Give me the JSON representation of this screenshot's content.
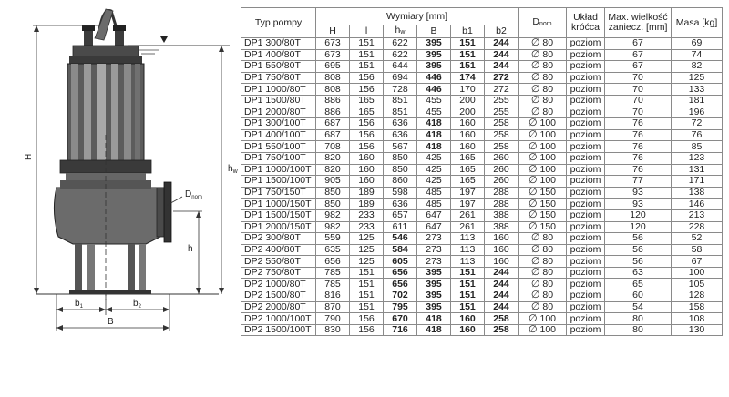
{
  "drawing": {
    "labels": {
      "H": "H",
      "hw": "h",
      "hw_sub": "w",
      "h": "h",
      "Dnom": "D",
      "Dnom_sub": "nom",
      "b1": "b",
      "b1_sub": "1",
      "b2": "b",
      "b2_sub": "2",
      "B": "B"
    },
    "colors": {
      "body": "#5c5c5c",
      "dark": "#2b2b2b",
      "light": "#9a9a9a",
      "line": "#333333",
      "water": "#444444"
    }
  },
  "table": {
    "headers": {
      "model": "Typ pompy",
      "dimensions": "Wymiary [mm]",
      "dnom": "D",
      "dnom_sub": "nom",
      "layout": "Układ króćca",
      "solids": "Max. wielkość zaniecz. [mm]",
      "mass": "Masa [kg]",
      "sub": [
        "H",
        "l",
        "h",
        "w",
        "B",
        "b1",
        "b2"
      ]
    },
    "dn_symbol": "∅",
    "rows": [
      {
        "model": "DP1 300/80T",
        "H": "673",
        "l": "151",
        "hw": "622",
        "B": "395",
        "b1": "151",
        "b2": "244",
        "dn": "80",
        "layout": "poziom",
        "solids": "67",
        "mass": "69",
        "bold": [
          "B",
          "b1",
          "b2"
        ]
      },
      {
        "model": "DP1 400/80T",
        "H": "673",
        "l": "151",
        "hw": "622",
        "B": "395",
        "b1": "151",
        "b2": "244",
        "dn": "80",
        "layout": "poziom",
        "solids": "67",
        "mass": "74",
        "bold": [
          "B",
          "b1",
          "b2"
        ]
      },
      {
        "model": "DP1 550/80T",
        "H": "695",
        "l": "151",
        "hw": "644",
        "B": "395",
        "b1": "151",
        "b2": "244",
        "dn": "80",
        "layout": "poziom",
        "solids": "67",
        "mass": "82",
        "bold": [
          "B",
          "b1",
          "b2"
        ]
      },
      {
        "model": "DP1 750/80T",
        "H": "808",
        "l": "156",
        "hw": "694",
        "B": "446",
        "b1": "174",
        "b2": "272",
        "dn": "80",
        "layout": "poziom",
        "solids": "70",
        "mass": "125",
        "bold": [
          "B",
          "b1",
          "b2"
        ]
      },
      {
        "model": "DP1 1000/80T",
        "H": "808",
        "l": "156",
        "hw": "728",
        "B": "446",
        "b1": "170",
        "b2": "272",
        "dn": "80",
        "layout": "poziom",
        "solids": "70",
        "mass": "133",
        "bold": [
          "B"
        ]
      },
      {
        "model": "DP1 1500/80T",
        "H": "886",
        "l": "165",
        "hw": "851",
        "B": "455",
        "b1": "200",
        "b2": "255",
        "dn": "80",
        "layout": "poziom",
        "solids": "70",
        "mass": "181",
        "bold": []
      },
      {
        "model": "DP1 2000/80T",
        "H": "886",
        "l": "165",
        "hw": "851",
        "B": "455",
        "b1": "200",
        "b2": "255",
        "dn": "80",
        "layout": "poziom",
        "solids": "70",
        "mass": "196",
        "bold": []
      },
      {
        "model": "DP1 300/100T",
        "H": "687",
        "l": "156",
        "hw": "636",
        "B": "418",
        "b1": "160",
        "b2": "258",
        "dn": "100",
        "layout": "poziom",
        "solids": "76",
        "mass": "72",
        "bold": [
          "B"
        ]
      },
      {
        "model": "DP1 400/100T",
        "H": "687",
        "l": "156",
        "hw": "636",
        "B": "418",
        "b1": "160",
        "b2": "258",
        "dn": "100",
        "layout": "poziom",
        "solids": "76",
        "mass": "76",
        "bold": [
          "B"
        ]
      },
      {
        "model": "DP1 550/100T",
        "H": "708",
        "l": "156",
        "hw": "567",
        "B": "418",
        "b1": "160",
        "b2": "258",
        "dn": "100",
        "layout": "poziom",
        "solids": "76",
        "mass": "85",
        "bold": [
          "B"
        ]
      },
      {
        "model": "DP1 750/100T",
        "H": "820",
        "l": "160",
        "hw": "850",
        "B": "425",
        "b1": "165",
        "b2": "260",
        "dn": "100",
        "layout": "poziom",
        "solids": "76",
        "mass": "123",
        "bold": []
      },
      {
        "model": "DP1 1000/100T",
        "H": "820",
        "l": "160",
        "hw": "850",
        "B": "425",
        "b1": "165",
        "b2": "260",
        "dn": "100",
        "layout": "poziom",
        "solids": "76",
        "mass": "131",
        "bold": []
      },
      {
        "model": "DP1 1500/100T",
        "H": "905",
        "l": "160",
        "hw": "860",
        "B": "425",
        "b1": "165",
        "b2": "260",
        "dn": "100",
        "layout": "poziom",
        "solids": "77",
        "mass": "171",
        "bold": []
      },
      {
        "model": "DP1 750/150T",
        "H": "850",
        "l": "189",
        "hw": "598",
        "B": "485",
        "b1": "197",
        "b2": "288",
        "dn": "150",
        "layout": "poziom",
        "solids": "93",
        "mass": "138",
        "bold": []
      },
      {
        "model": "DP1 1000/150T",
        "H": "850",
        "l": "189",
        "hw": "636",
        "B": "485",
        "b1": "197",
        "b2": "288",
        "dn": "150",
        "layout": "poziom",
        "solids": "93",
        "mass": "146",
        "bold": []
      },
      {
        "model": "DP1 1500/150T",
        "H": "982",
        "l": "233",
        "hw": "657",
        "B": "647",
        "b1": "261",
        "b2": "388",
        "dn": "150",
        "layout": "poziom",
        "solids": "120",
        "mass": "213",
        "bold": []
      },
      {
        "model": "DP1 2000/150T",
        "H": "982",
        "l": "233",
        "hw": "611",
        "B": "647",
        "b1": "261",
        "b2": "388",
        "dn": "150",
        "layout": "poziom",
        "solids": "120",
        "mass": "228",
        "bold": []
      },
      {
        "model": "DP2 300/80T",
        "H": "559",
        "l": "125",
        "hw": "546",
        "B": "273",
        "b1": "113",
        "b2": "160",
        "dn": "80",
        "layout": "poziom",
        "solids": "56",
        "mass": "52",
        "bold": [
          "hw"
        ]
      },
      {
        "model": "DP2 400/80T",
        "H": "635",
        "l": "125",
        "hw": "584",
        "B": "273",
        "b1": "113",
        "b2": "160",
        "dn": "80",
        "layout": "poziom",
        "solids": "56",
        "mass": "58",
        "bold": [
          "hw"
        ]
      },
      {
        "model": "DP2 550/80T",
        "H": "656",
        "l": "125",
        "hw": "605",
        "B": "273",
        "b1": "113",
        "b2": "160",
        "dn": "80",
        "layout": "poziom",
        "solids": "56",
        "mass": "67",
        "bold": [
          "hw"
        ]
      },
      {
        "model": "DP2 750/80T",
        "H": "785",
        "l": "151",
        "hw": "656",
        "B": "395",
        "b1": "151",
        "b2": "244",
        "dn": "80",
        "layout": "poziom",
        "solids": "63",
        "mass": "100",
        "bold": [
          "hw",
          "B",
          "b1",
          "b2"
        ]
      },
      {
        "model": "DP2 1000/80T",
        "H": "785",
        "l": "151",
        "hw": "656",
        "B": "395",
        "b1": "151",
        "b2": "244",
        "dn": "80",
        "layout": "poziom",
        "solids": "65",
        "mass": "105",
        "bold": [
          "hw",
          "B",
          "b1",
          "b2"
        ]
      },
      {
        "model": "DP2 1500/80T",
        "H": "816",
        "l": "151",
        "hw": "702",
        "B": "395",
        "b1": "151",
        "b2": "244",
        "dn": "80",
        "layout": "poziom",
        "solids": "60",
        "mass": "128",
        "bold": [
          "hw",
          "B",
          "b1",
          "b2"
        ]
      },
      {
        "model": "DP2 2000/80T",
        "H": "870",
        "l": "151",
        "hw": "795",
        "B": "395",
        "b1": "151",
        "b2": "244",
        "dn": "80",
        "layout": "poziom",
        "solids": "54",
        "mass": "158",
        "bold": [
          "hw",
          "B",
          "b1",
          "b2"
        ]
      },
      {
        "model": "DP2 1000/100T",
        "H": "790",
        "l": "156",
        "hw": "670",
        "B": "418",
        "b1": "160",
        "b2": "258",
        "dn": "100",
        "layout": "poziom",
        "solids": "80",
        "mass": "108",
        "bold": [
          "hw",
          "B",
          "b1",
          "b2"
        ]
      },
      {
        "model": "DP2 1500/100T",
        "H": "830",
        "l": "156",
        "hw": "716",
        "B": "418",
        "b1": "160",
        "b2": "258",
        "dn": "100",
        "layout": "poziom",
        "solids": "80",
        "mass": "130",
        "bold": [
          "hw",
          "B",
          "b1",
          "b2"
        ]
      }
    ]
  }
}
